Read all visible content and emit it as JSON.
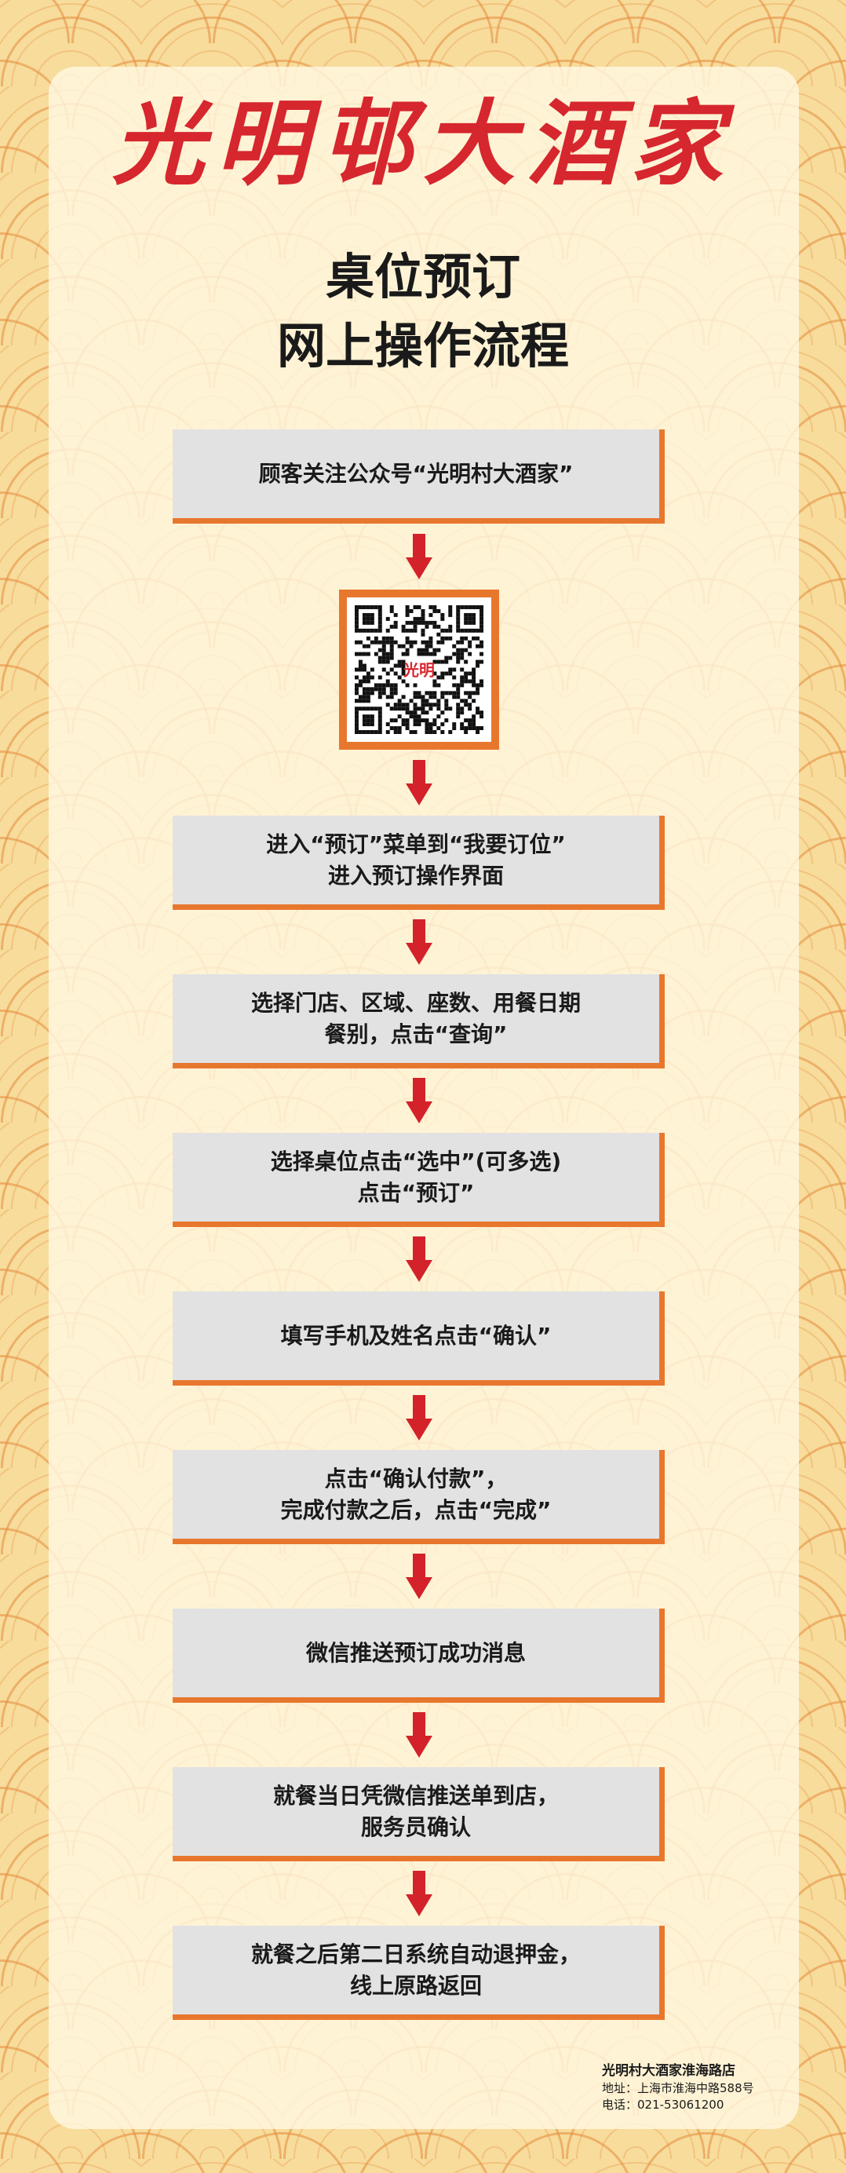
{
  "brand": "光明邨大酒家",
  "title": {
    "line1": "桌位预订",
    "line2": "网上操作流程"
  },
  "steps": [
    {
      "lines": [
        "顾客关注公众号“光明村大酒家”"
      ]
    },
    {
      "lines": [
        "进入“预订”菜单到“我要订位”",
        "进入预订操作界面"
      ]
    },
    {
      "lines": [
        "选择门店、区域、座数、用餐日期",
        "餐别，点击“查询”"
      ]
    },
    {
      "lines": [
        "选择桌位点击“选中”(可多选)",
        "点击“预订”"
      ]
    },
    {
      "lines": [
        "填写手机及姓名点击“确认”"
      ]
    },
    {
      "lines": [
        "点击“确认付款”，",
        "完成付款之后，点击“完成”"
      ]
    },
    {
      "lines": [
        "微信推送预订成功消息"
      ]
    },
    {
      "lines": [
        "就餐当日凭微信推送单到店，",
        "服务员确认"
      ]
    },
    {
      "lines": [
        "就餐之后第二日系统自动退押金，",
        "线上原路返回"
      ]
    }
  ],
  "qr": {
    "icon": "qr-code-icon",
    "logo_text": "光明"
  },
  "footer": {
    "store": "光明村大酒家淮海路店",
    "address": "地址：上海市淮海中路588号",
    "phone": "电话：021-53061200"
  },
  "colors": {
    "brand_red": "#d6262e",
    "accent_orange": "#e8772e",
    "arrow_red": "#d3222a",
    "box_gray": "#e2e2e2"
  }
}
